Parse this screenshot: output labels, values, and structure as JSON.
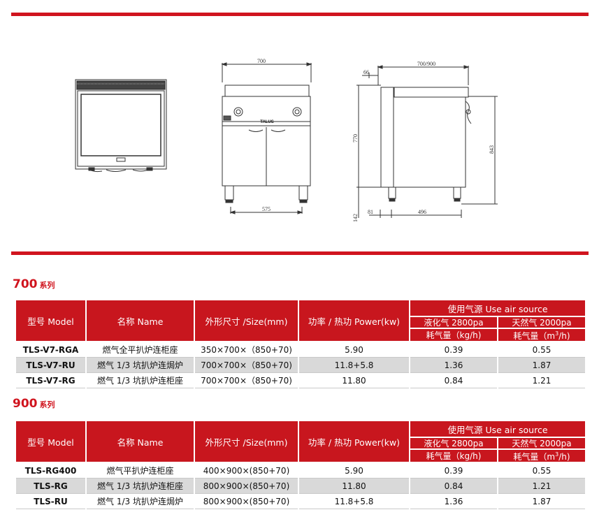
{
  "drawings": {
    "front": {
      "width_label": "700",
      "bottom_label": "575",
      "brand": "TALUS"
    },
    "side": {
      "depth_label": "700/900",
      "top_offset": "66",
      "height_body": "770",
      "height_total": "843",
      "foot_height": "142",
      "foot_offset": "81",
      "foot_span": "496"
    }
  },
  "series": [
    {
      "title_number": "700",
      "title_suffix": "系列",
      "headers": {
        "model": "型号 Model",
        "name": "名称 Name",
        "size": "外形尺寸 /Size(mm)",
        "power": "功率 / 热功 Power(kw)",
        "air_source": "使用气源 Use air source",
        "lpg": "液化气 2800pa",
        "ng": "天然气 2000pa",
        "lpg_unit": "耗气量（kg/h)",
        "ng_unit_prefix": "耗气量（m",
        "ng_unit_sup": "3",
        "ng_unit_suffix": "/h)"
      },
      "rows": [
        {
          "model": "TLS-V7-RGA",
          "name": "燃气全平扒炉连柜座",
          "size": "350×700×（850+70)",
          "power": "5.90",
          "lpg": "0.39",
          "ng": "0.55"
        },
        {
          "model": "TLS-V7-RU",
          "name": "燃气 1/3 坑扒炉连焗炉",
          "size": "700×700×（850+70)",
          "power": "11.8+5.8",
          "lpg": "1.36",
          "ng": "1.87"
        },
        {
          "model": "TLS-V7-RG",
          "name": "燃气 1/3 坑扒炉连柜座",
          "size": "700×700×（850+70)",
          "power": "11.80",
          "lpg": "0.84",
          "ng": "1.21"
        }
      ]
    },
    {
      "title_number": "900",
      "title_suffix": "系列",
      "headers": {
        "model": "型号 Model",
        "name": "名称 Name",
        "size": "外形尺寸 /Size(mm)",
        "power": "功率 / 热功 Power(kw)",
        "air_source": "使用气源 Use air source",
        "lpg": "液化气 2800pa",
        "ng": "天然气 2000pa",
        "lpg_unit": "耗气量（kg/h)",
        "ng_unit_prefix": "耗气量（m",
        "ng_unit_sup": "3",
        "ng_unit_suffix": "/h)"
      },
      "rows": [
        {
          "model": "TLS-RG400",
          "name": "燃气平扒炉连柜座",
          "size": "400×900×(850+70)",
          "power": "5.90",
          "lpg": "0.39",
          "ng": "0.55"
        },
        {
          "model": "TLS-RG",
          "name": "燃气 1/3 坑扒炉连柜座",
          "size": "800×900×(850+70)",
          "power": "11.80",
          "lpg": "0.84",
          "ng": "1.21"
        },
        {
          "model": "TLS-RU",
          "name": "燃气 1/3 坑扒炉连焗炉",
          "size": "800×900×(850+70)",
          "power": "11.8+5.8",
          "lpg": "1.36",
          "ng": "1.87"
        }
      ]
    }
  ]
}
